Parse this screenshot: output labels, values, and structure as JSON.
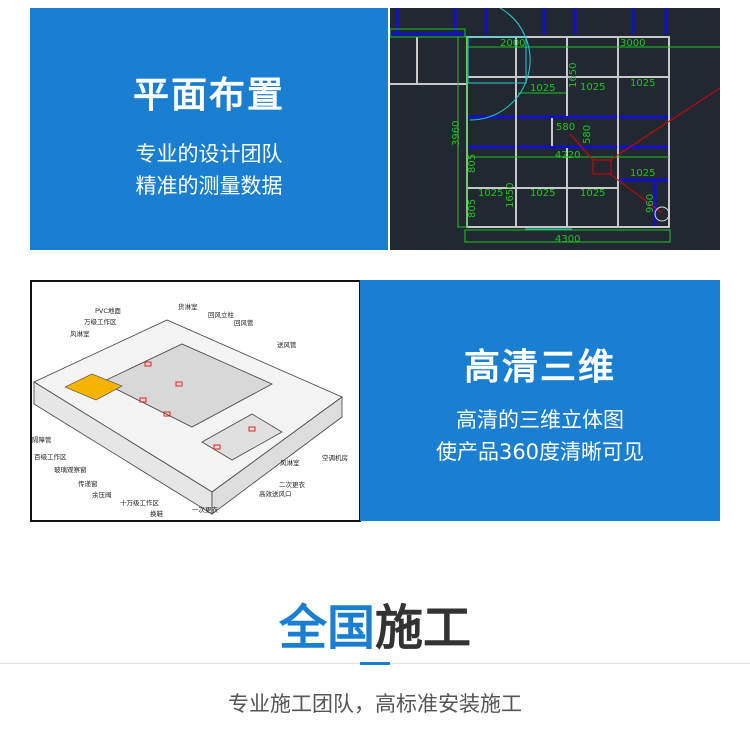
{
  "section1": {
    "title": "平面布置",
    "lines": [
      "专业的设计团队",
      "精准的测量数据"
    ]
  },
  "cad": {
    "dims": [
      "2000",
      "3000",
      "1025",
      "1650",
      "1025",
      "1025",
      "3960",
      "580",
      "580",
      "4220",
      "1025",
      "805",
      "1025",
      "1650",
      "1025",
      "1025",
      "805",
      "960",
      "4300"
    ]
  },
  "section2": {
    "title": "高清三维",
    "lines": [
      "高清的三维立体图",
      "使产品360度清晰可见"
    ]
  },
  "iso": {
    "labels": [
      "PVC地面",
      "万级工作区",
      "风淋室",
      "货淋室",
      "回风立柱",
      "回风管",
      "送风管",
      "隔障管",
      "百级工作区",
      "玻璃观察窗",
      "传递窗",
      "余压阀",
      "十万级工作区",
      "换鞋",
      "一次更衣",
      "高效送风口",
      "二次更衣",
      "风淋室",
      "空调机房"
    ],
    "highlight_color": "#f5b400"
  },
  "section3": {
    "title_blue": "全国",
    "title_dark": "施工",
    "subtitle": "专业施工团队，高标准安装施工"
  },
  "colors": {
    "accent": "#1a7fd0"
  }
}
